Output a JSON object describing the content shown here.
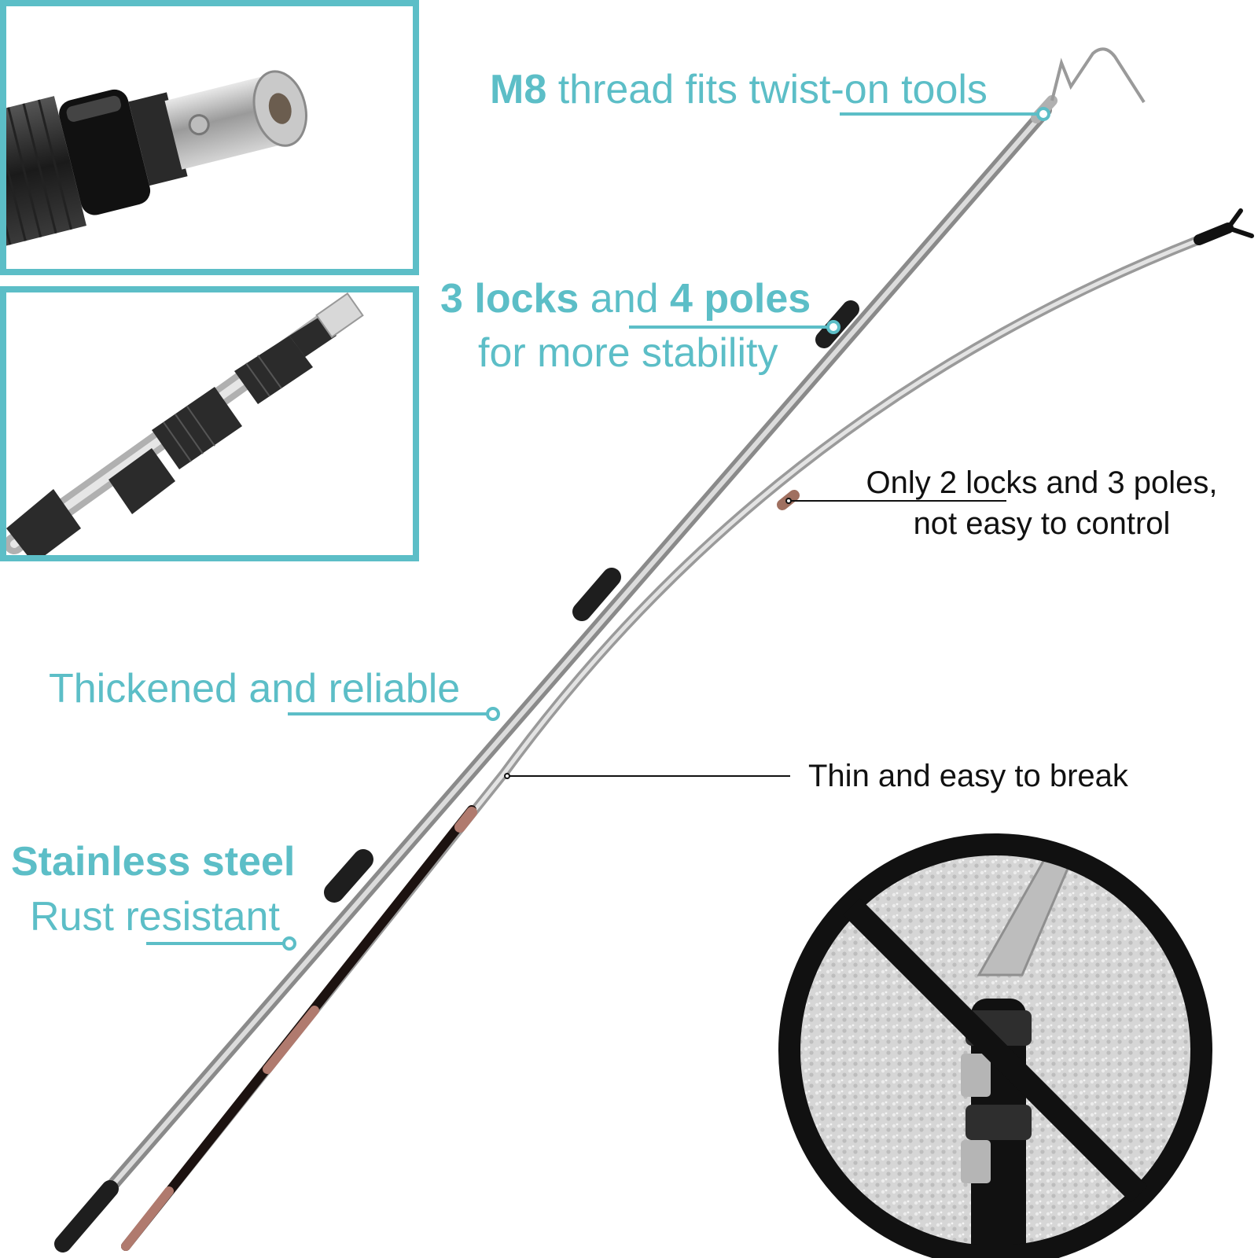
{
  "colors": {
    "accent": "#5cbec7",
    "text_dark": "#111111",
    "prohibition": "#111111"
  },
  "callouts": {
    "m8_thread": {
      "bold": "M8",
      "rest": " thread fits twist-on tools"
    },
    "locks_poles": {
      "line1_bold_a": "3 locks",
      "line1_mid": " and ",
      "line1_bold_b": "4 poles",
      "line2": "for more stability"
    },
    "thickened": "Thickened and reliable",
    "stainless": {
      "line1": "Stainless steel",
      "line2": "Rust resistant"
    },
    "competitor_locks": {
      "line1": "Only 2 locks and 3 poles,",
      "line2": "not easy to control"
    },
    "competitor_thin": "Thin and easy to break"
  },
  "icons": {
    "top_inset": "threaded-tip-closeup",
    "middle_inset": "lock-joints-closeup",
    "main_pole": "stainless-telescopic-pole",
    "competitor_pole": "thin-competitor-pole",
    "broken_pole": "broken-pole-prohibited-icon"
  }
}
